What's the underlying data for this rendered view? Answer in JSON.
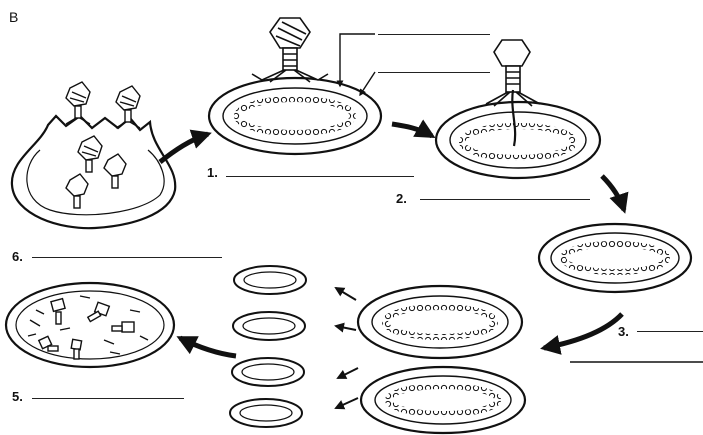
{
  "panel_letter": "B",
  "steps": [
    {
      "number": "1."
    },
    {
      "number": "2."
    },
    {
      "number": "3."
    },
    {
      "number": "5."
    },
    {
      "number": "6."
    }
  ],
  "colors": {
    "ink": "#111111",
    "paper": "#ffffff"
  }
}
